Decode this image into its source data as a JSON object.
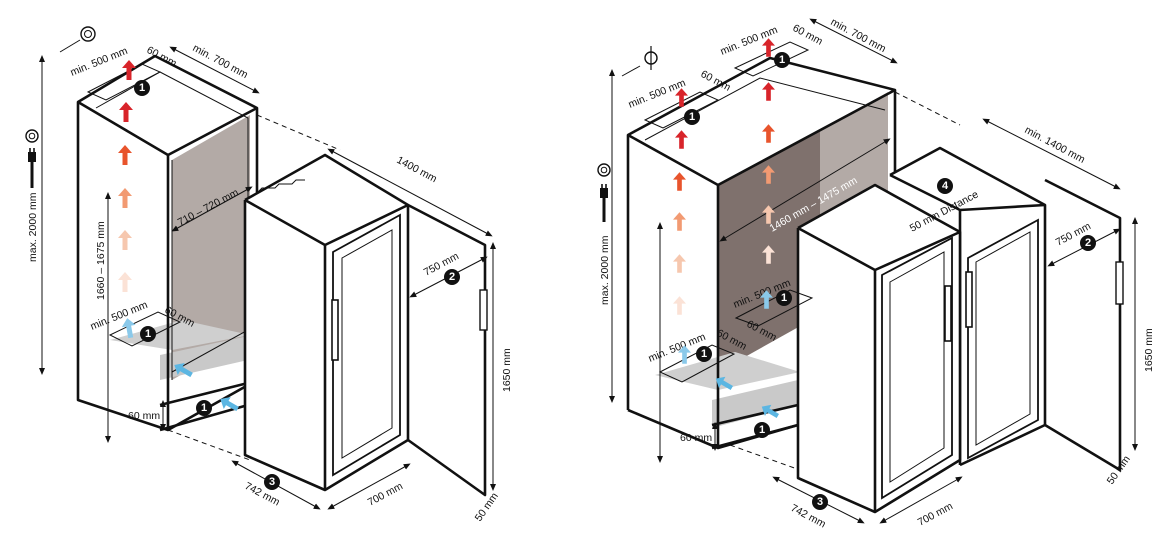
{
  "left_drawing": {
    "dims": {
      "max_height": "max. 2000 mm",
      "min_depth_top": "min. 700 mm",
      "top_60": "60 mm",
      "min_500_top": "min. 500 mm",
      "inner_width": "710 – 720 mm",
      "niche_height": "1660 – 1675 mm",
      "min_500_bottom": "min. 500 mm",
      "bottom_60": "60 mm",
      "plinth_60": "60 mm",
      "depth_1400": "1400 mm",
      "door_750": "750 mm",
      "height_1650": "1650 mm",
      "width_742": "742 mm",
      "depth_700": "700 mm",
      "gap_50": "50 mm"
    },
    "badges": [
      "1",
      "1",
      "1",
      "2",
      "3"
    ]
  },
  "right_drawing": {
    "dims": {
      "max_height": "max. 2000 mm",
      "min_500_top_a": "min. 500 mm",
      "top_60_a": "60 mm",
      "min_500_top_b": "min. 500 mm",
      "top_60_b": "60 mm",
      "min_depth_top": "min. 700 mm",
      "inner_width": "1460 mm – 1475 mm",
      "distance": "50 mm Distance",
      "min_500_mid": "min. 500 mm",
      "mid_60": "60 mm",
      "min_500_bottom": "min. 500 mm",
      "bottom_60": "60 mm",
      "plinth_60": "60 mm",
      "min_1400": "min. 1400 mm",
      "door_750": "750 mm",
      "height_1650": "1650 mm",
      "width_742": "742 mm",
      "depth_700": "700 mm",
      "gap_50": "50 mm"
    },
    "badges": [
      "1",
      "1",
      "1",
      "1",
      "1",
      "2",
      "3",
      "4"
    ]
  },
  "icons": [
    "ventilation-symbol-icon",
    "power-plug-icon",
    "airflow-warm-arrow-icon",
    "airflow-cool-arrow-icon"
  ],
  "colors": {
    "line": "#111111",
    "cabinet_shade": "#b3aaa6",
    "cabinet_shade_dark": "#7f716d",
    "floor_shade": "#c9c9c9",
    "arrow_hot": "#d8242a",
    "arrow_warm": "#f07a3c",
    "arrow_light": "#f6c7ae",
    "arrow_cool": "#5cb6e2"
  }
}
